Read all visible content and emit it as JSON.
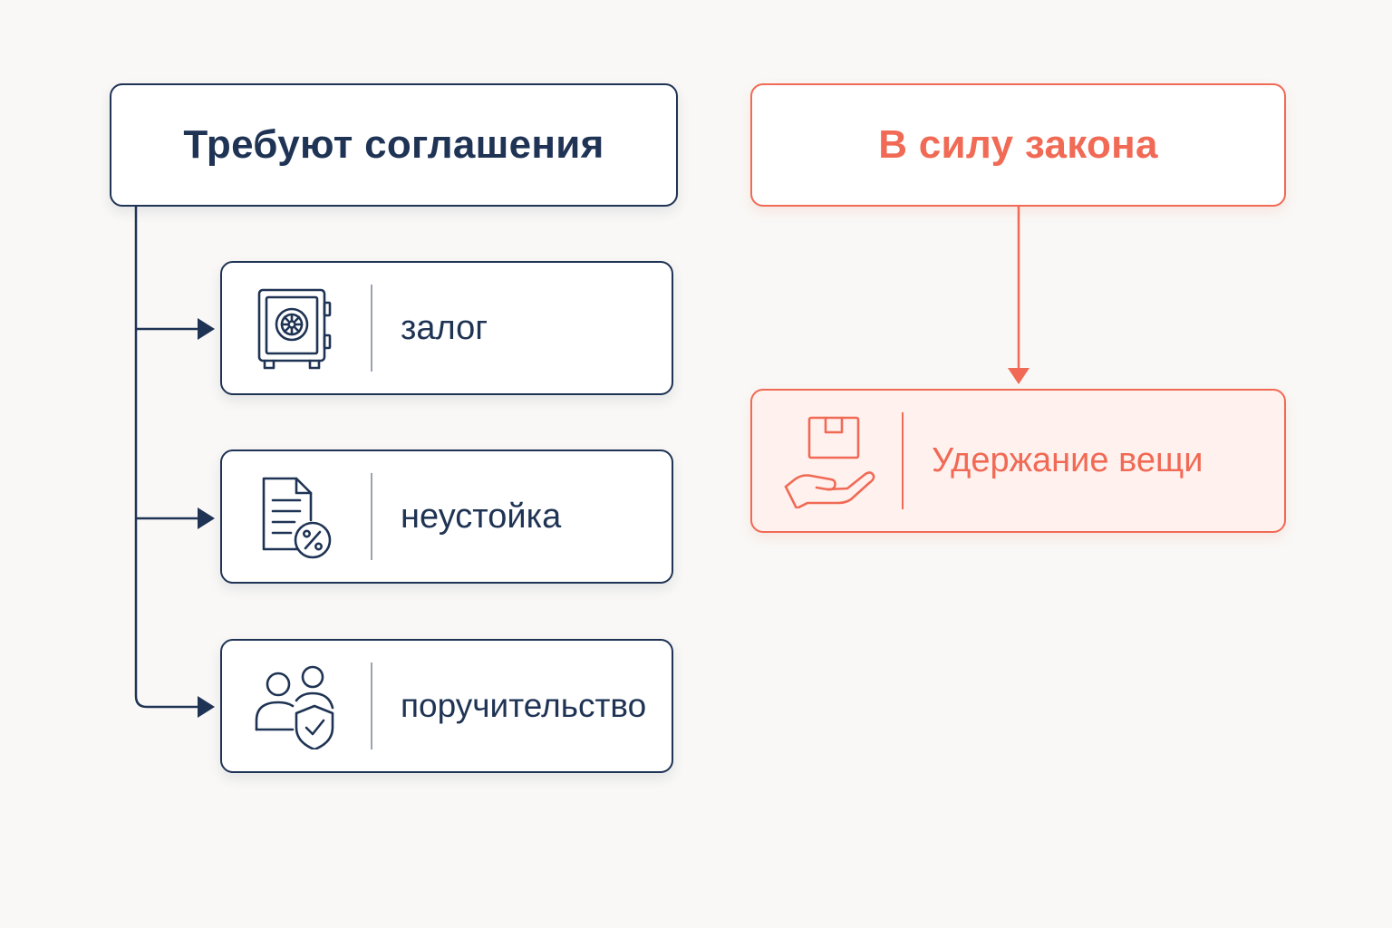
{
  "left_group": {
    "title": "Требуют соглашения",
    "items": [
      {
        "label": "залог",
        "icon": "safe-icon"
      },
      {
        "label": "неустойка",
        "icon": "document-percent-icon"
      },
      {
        "label": "поручительство",
        "icon": "people-shield-icon"
      }
    ]
  },
  "right_group": {
    "title": "В силу закона",
    "items": [
      {
        "label": "Удержание вещи",
        "icon": "hand-box-icon"
      }
    ]
  },
  "colors": {
    "navy": "#1f3354",
    "coral": "#f06a55",
    "coral_fill": "#fff1ee",
    "background": "#f9f8f6"
  }
}
